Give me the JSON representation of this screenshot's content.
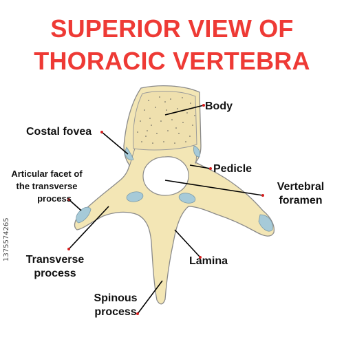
{
  "title": {
    "line1": "SUPERIOR VIEW OF",
    "line2": "THORACIC VERTEBRA"
  },
  "labels": {
    "body": "Body",
    "costal_fovea": "Costal fovea",
    "pedicle": "Pedicle",
    "articular_facet_line1": "Articular facet of",
    "articular_facet_line2": "the transverse",
    "articular_facet_line3": "process",
    "vertebral_foramen_line1": "Vertebral",
    "vertebral_foramen_line2": "foramen",
    "lamina": "Lamina",
    "transverse_process_line1": "Transverse",
    "transverse_process_line2": "process",
    "spinous_process_line1": "Spinous",
    "spinous_process_line2": "process"
  },
  "stock_id": "1375574265",
  "colors": {
    "title": "#ee3a35",
    "bone_fill": "#f3e6b5",
    "bone_stroke": "#8a8a8a",
    "facet_fill": "#a6cad8",
    "leader_line": "#000000",
    "leader_dot": "#d62020"
  }
}
